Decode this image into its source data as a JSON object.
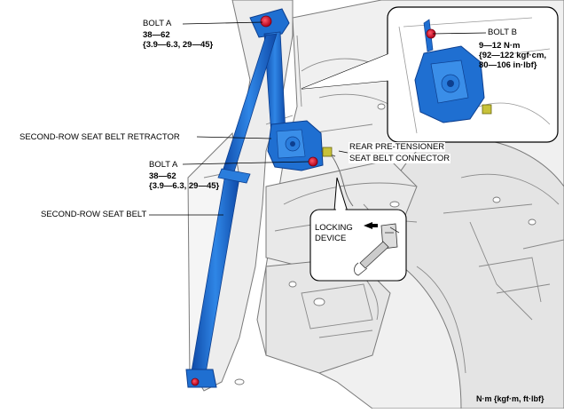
{
  "callouts": {
    "bolt_a_top": {
      "name": "BOLT A",
      "torque_line1": "38—62",
      "torque_line2": "{3.9—6.3, 29—45}"
    },
    "bolt_a_mid": {
      "name": "BOLT A",
      "torque_line1": "38—62",
      "torque_line2": "{3.9—6.3, 29—45}"
    },
    "bolt_b": {
      "name": "BOLT B",
      "torque_line1": "9—12 N·m",
      "torque_line2": "{92—122 kgf·cm,",
      "torque_line3": "80—106 in·lbf}"
    },
    "retractor": "SECOND-ROW SEAT BELT RETRACTOR",
    "seat_belt": "SECOND-ROW SEAT BELT",
    "connector_line1": "REAR PRE-TENSIONER",
    "connector_line2": "SEAT BELT CONNECTOR",
    "locking_line1": "LOCKING",
    "locking_line2": "DEVICE"
  },
  "units_note": "N·m {kgf·m, ft·lbf}",
  "colors": {
    "belt": "#1f6fd1",
    "belt_dark": "#0d3f8f",
    "belt_light": "#5aa0ee",
    "bolt": "#d0102a",
    "connector": "#c8c23a",
    "body_line": "#7a7a7a"
  }
}
